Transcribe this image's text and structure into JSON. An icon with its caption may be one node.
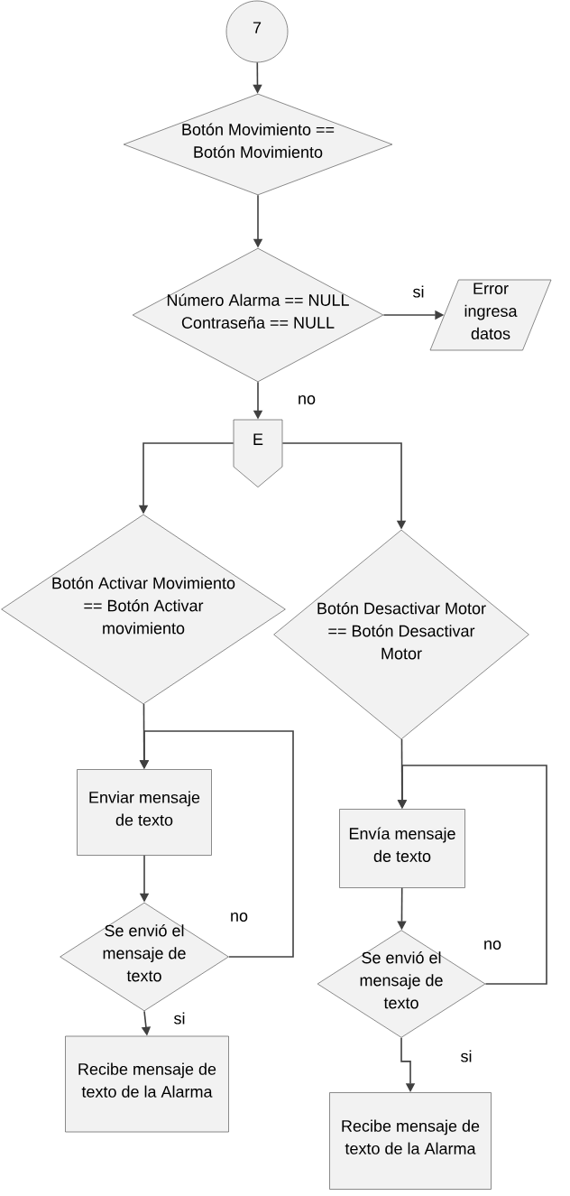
{
  "diagram": {
    "nodes": [
      {
        "text": [
          "7"
        ]
      },
      {
        "text": [
          "Botón Movimiento == Botón Movimiento"
        ]
      },
      {
        "text": [
          "Número Alarma == NULL Contraseña == NULL"
        ]
      },
      {
        "text": [
          "Error ingresa datos"
        ]
      },
      {
        "text": [
          "E"
        ]
      },
      {
        "text": [
          "Botón Activar Movimiento == Botón Activar movimiento"
        ]
      },
      {
        "text": [
          "Botón Desactivar Motor == Botón Desactivar Motor"
        ]
      },
      {
        "text": [
          "Enviar mensaje de texto"
        ]
      },
      {
        "text": [
          "Envía mensaje de texto"
        ]
      },
      {
        "text": [
          "Se envió el mensaje de texto"
        ]
      },
      {
        "text": [
          "Se envió el mensaje de texto"
        ]
      },
      {
        "text": [
          "Recibe mensaje de texto de la Alarma"
        ]
      },
      {
        "text": [
          "Recibe mensaje de texto de la Alarma"
        ]
      }
    ],
    "edges": [
      {
        "from": 0,
        "to": 1,
        "arrow": "to"
      },
      {
        "from": 1,
        "to": 2,
        "arrow": "to"
      },
      {
        "from": 2,
        "to": 3,
        "arrow": "to",
        "label": "si"
      },
      {
        "from": 2,
        "to": 4,
        "arrow": "to",
        "label": "no"
      },
      {
        "from": 4,
        "to": 5,
        "arrow": "to"
      },
      {
        "from": 4,
        "to": 6,
        "arrow": "to"
      },
      {
        "from": 5,
        "to": 7,
        "arrow": "to"
      },
      {
        "from": 7,
        "to": 9,
        "arrow": "to"
      },
      {
        "from": 9,
        "to": 11,
        "arrow": "to",
        "label": "si"
      },
      {
        "from": 9,
        "to": 7,
        "arrow": "to",
        "label": "no"
      },
      {
        "from": 6,
        "to": 8,
        "arrow": "to"
      },
      {
        "from": 8,
        "to": 10,
        "arrow": "to"
      },
      {
        "from": 10,
        "to": 12,
        "arrow": "to",
        "label": "si"
      },
      {
        "from": 10,
        "to": 8,
        "arrow": "to",
        "label": "no"
      }
    ]
  }
}
